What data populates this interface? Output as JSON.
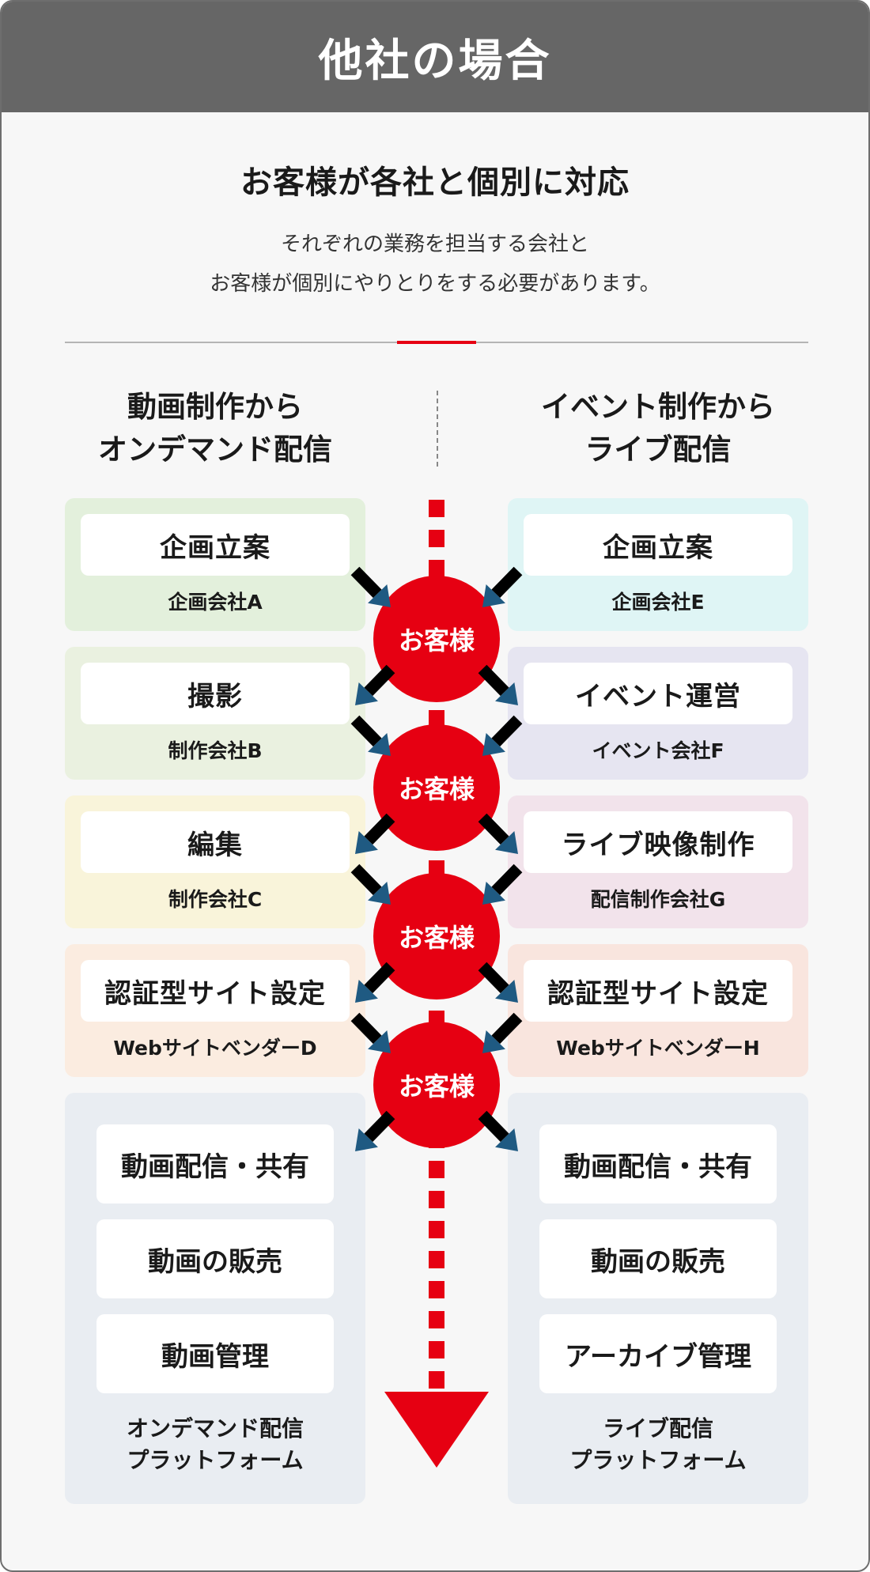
{
  "header": {
    "title": "他社の場合"
  },
  "intro": {
    "subtitle": "お客様が各社と個別に対応",
    "desc_line1": "それぞれの業務を担当する会社と",
    "desc_line2": "お客様が個別にやりとりをする必要があります。"
  },
  "colors": {
    "header_bg": "#666666",
    "accent": "#e60012",
    "arrow_fill": "#1f5a82",
    "stage_bg": [
      "#e3f0dc",
      "#eaf1e0",
      "#f9f4da",
      "#fbece0"
    ],
    "stage_bg_right": [
      "#dff5f5",
      "#e6e5f1",
      "#f2e3eb",
      "#f9e5de"
    ],
    "platform_bg": "#e9edf2"
  },
  "left": {
    "title_line1": "動画制作から",
    "title_line2": "オンデマンド配信",
    "stages": [
      {
        "task": "企画立案",
        "company": "企画会社A"
      },
      {
        "task": "撮影",
        "company": "制作会社B"
      },
      {
        "task": "編集",
        "company": "制作会社C"
      },
      {
        "task": "認証型サイト設定",
        "company": "WebサイトベンダーD"
      }
    ],
    "platform": {
      "items": [
        "動画配信・共有",
        "動画の販売",
        "動画管理"
      ],
      "label_line1": "オンデマンド配信",
      "label_line2": "プラットフォーム"
    }
  },
  "right": {
    "title_line1": "イベント制作から",
    "title_line2": "ライブ配信",
    "stages": [
      {
        "task": "企画立案",
        "company": "企画会社E"
      },
      {
        "task": "イベント運営",
        "company": "イベント会社F"
      },
      {
        "task": "ライブ映像制作",
        "company": "配信制作会社G"
      },
      {
        "task": "認証型サイト設定",
        "company": "WebサイトベンダーH"
      }
    ],
    "platform": {
      "items": [
        "動画配信・共有",
        "動画の販売",
        "アーカイブ管理"
      ],
      "label_line1": "ライブ配信",
      "label_line2": "プラットフォーム"
    }
  },
  "customer_label": "お客様"
}
